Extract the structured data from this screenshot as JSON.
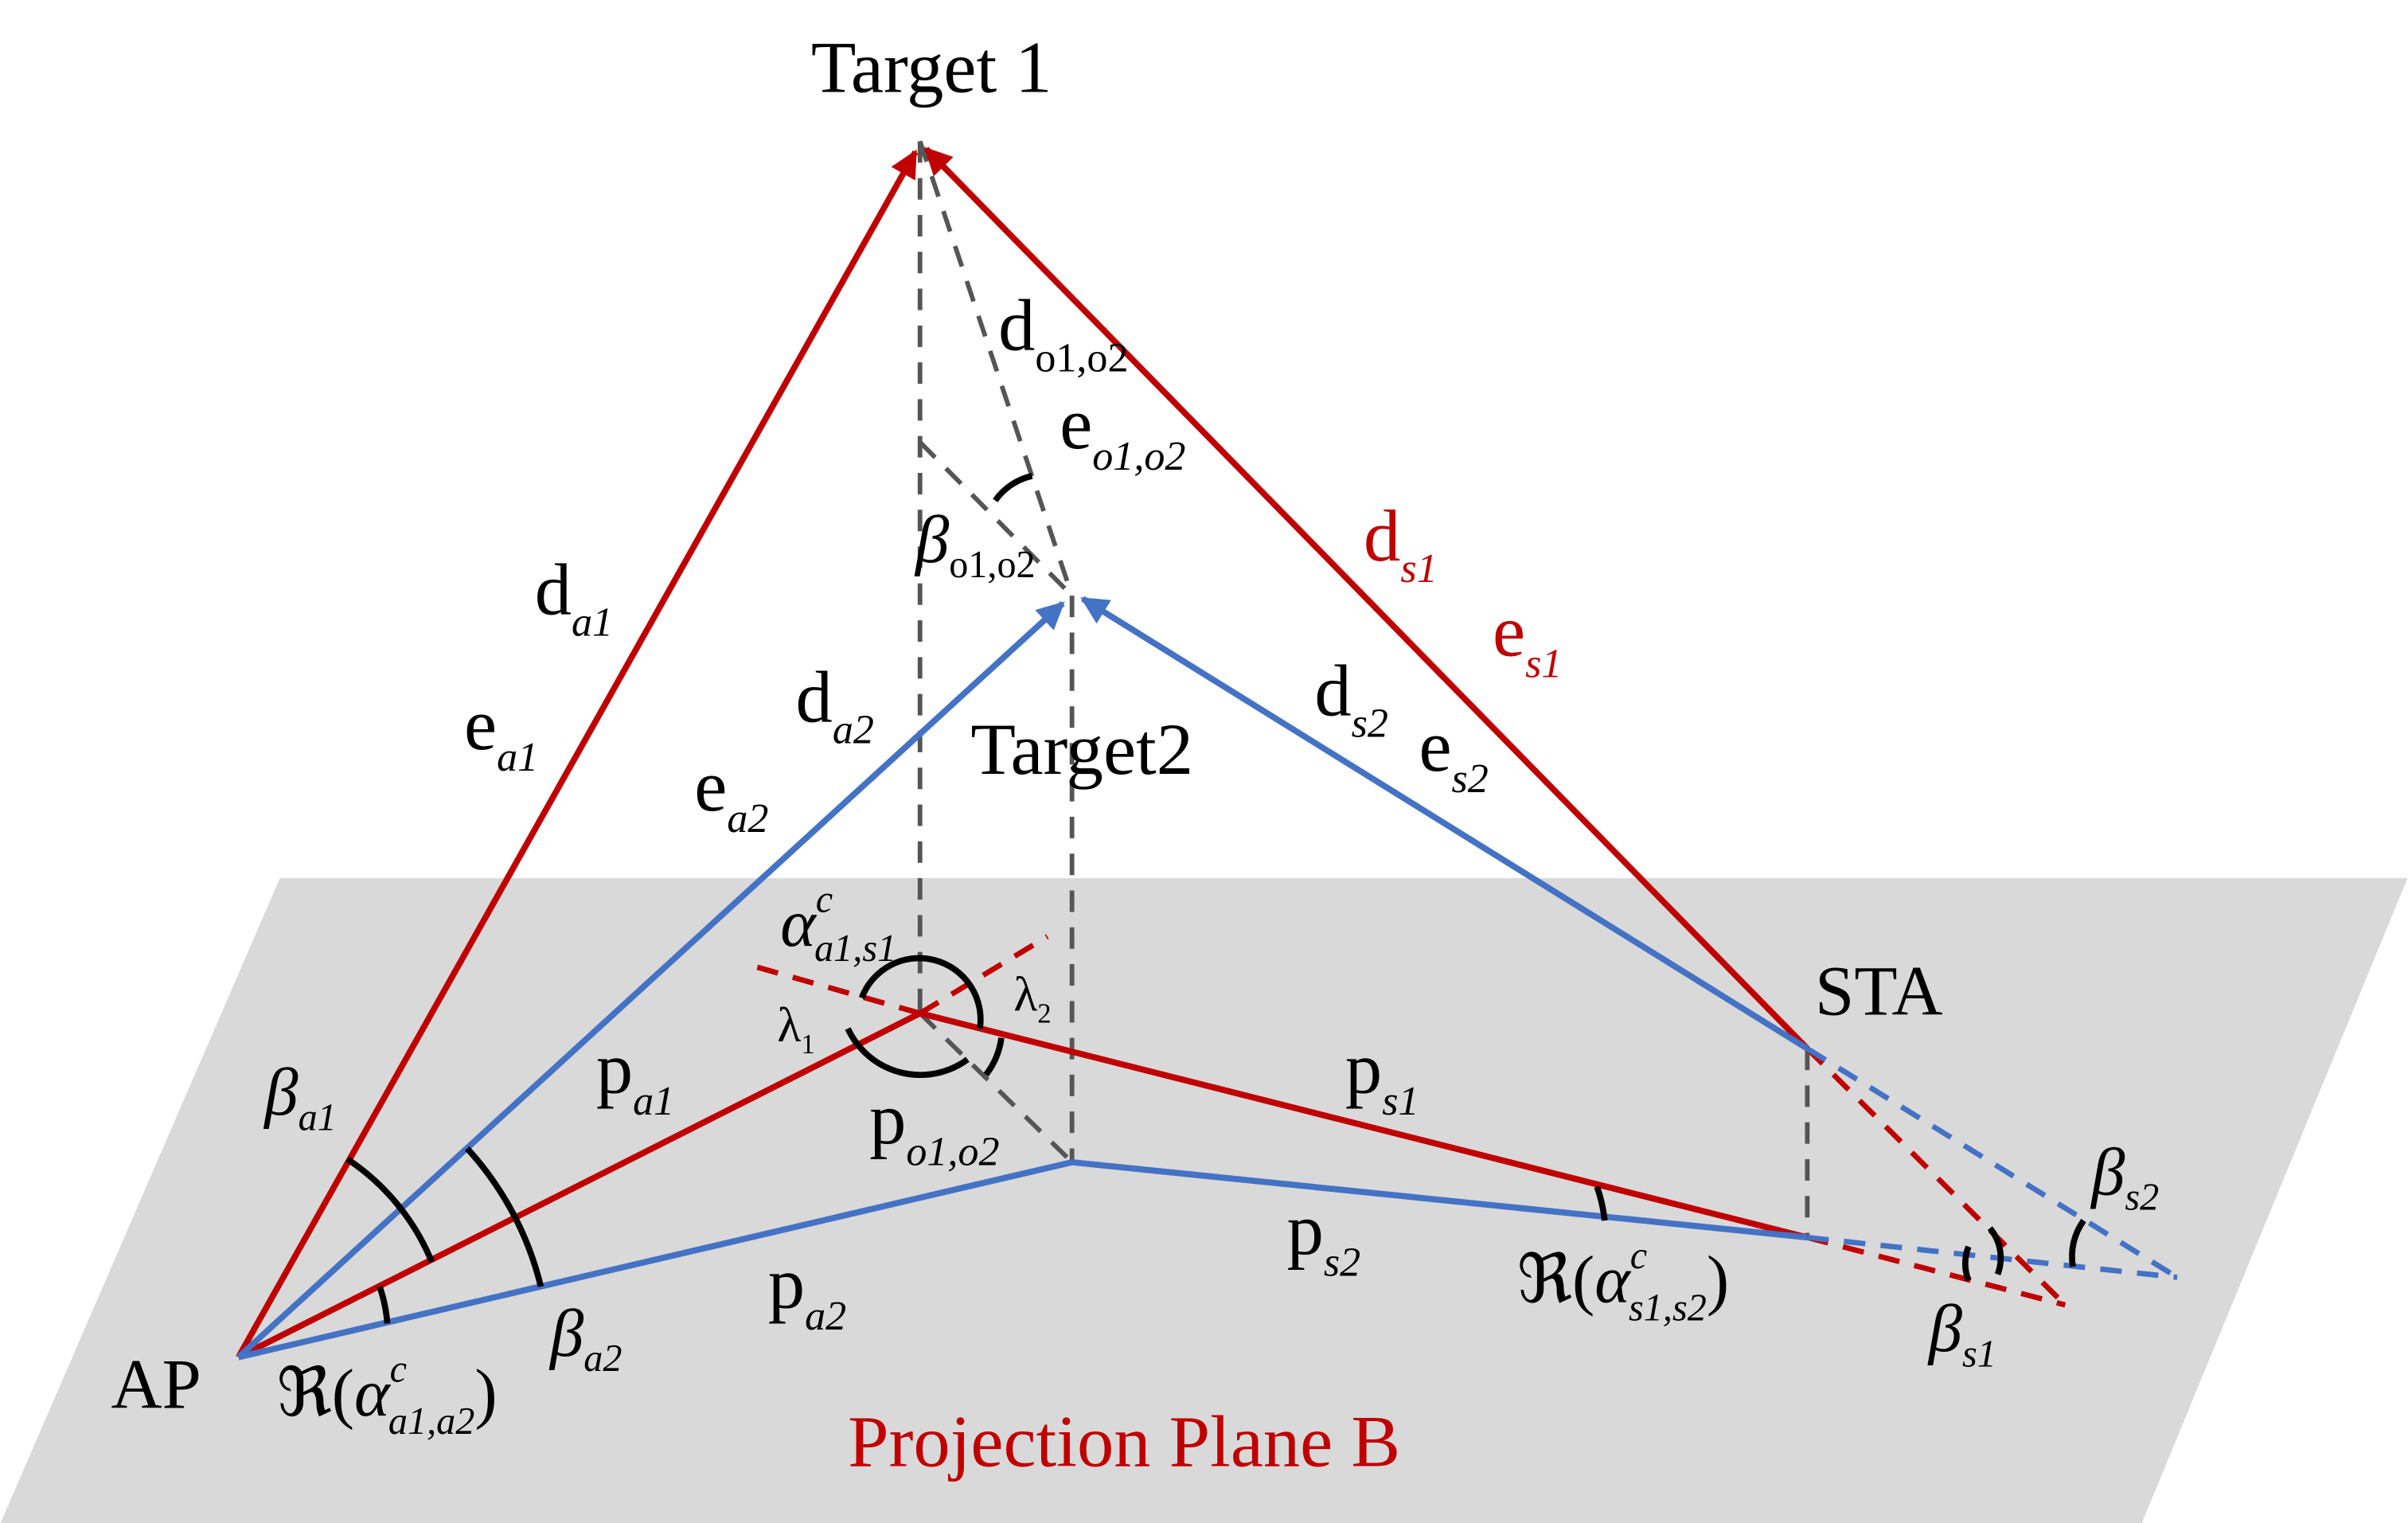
{
  "colors": {
    "red": "#c00000",
    "blue": "#4472c4",
    "dashed_gray": "#555555",
    "plane_fill": "#d9d9d9",
    "text": "#000000"
  },
  "labels": {
    "target1": "Target 1",
    "target2": "Target2",
    "ap": "AP",
    "sta": "STA",
    "plane": "Projection Plane B",
    "d_base": "d",
    "e_base": "e",
    "p_base": "p",
    "beta": "β",
    "alpha": "α",
    "lambda": "λ",
    "real_part": "ℜ(",
    "close_paren": ")",
    "sup_c": "c",
    "sub_a1": "a1",
    "sub_a2": "a2",
    "sub_s1": "s1",
    "sub_s2": "s2",
    "sub_o1o2": "o1,o2",
    "sub_a1s1": "a1,s1",
    "sub_a1a2": "a1,a2",
    "sub_s1s2": "s1,s2",
    "sub_1": "1",
    "sub_2": "2"
  }
}
